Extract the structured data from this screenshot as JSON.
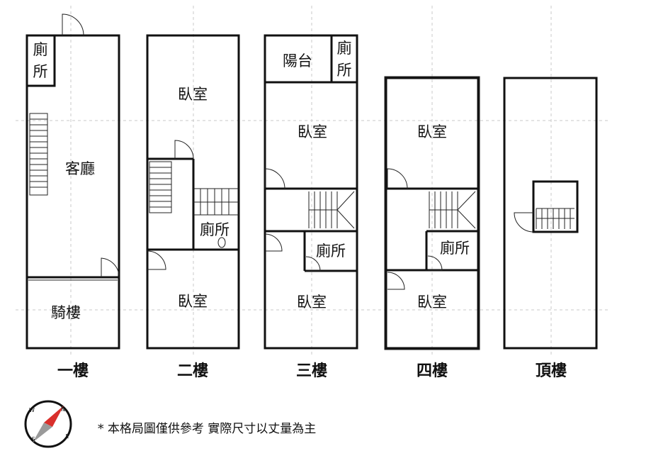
{
  "floors": [
    {
      "label": "一樓",
      "rooms": [
        "廁",
        "所",
        "客廳",
        "騎樓"
      ]
    },
    {
      "label": "二樓",
      "rooms": [
        "臥室",
        "廁所",
        "臥室"
      ]
    },
    {
      "label": "三樓",
      "rooms": [
        "陽台",
        "廁",
        "所",
        "臥室",
        "廁所",
        "臥室"
      ]
    },
    {
      "label": "四樓",
      "rooms": [
        "臥室",
        "廁所",
        "臥室"
      ]
    },
    {
      "label": "頂樓",
      "rooms": []
    }
  ],
  "note": "* 本格局圖僅供參考 實際尺寸以丈量為主",
  "compass": {
    "letters": [
      "N",
      "E",
      "S",
      "W"
    ],
    "colors": {
      "needle_north": "#d9302c",
      "needle_south": "#9a9a9a"
    }
  }
}
